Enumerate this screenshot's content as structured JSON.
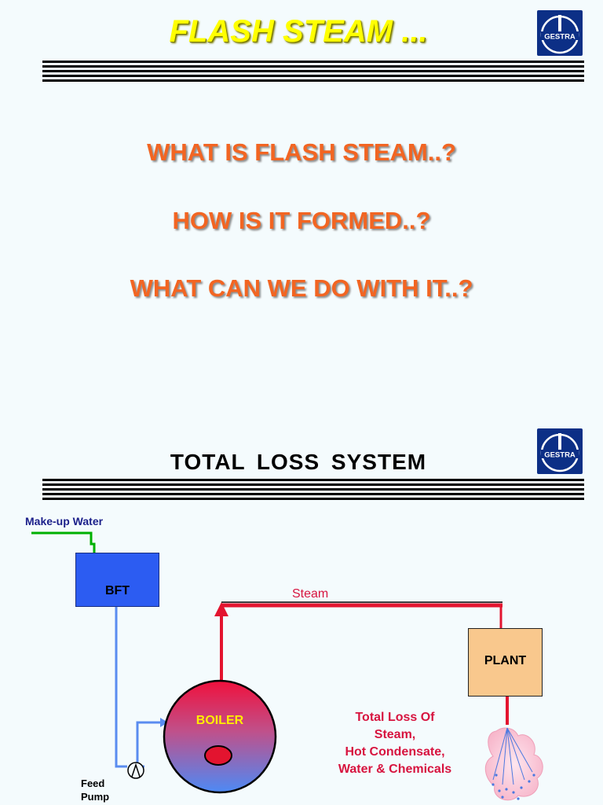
{
  "slide1": {
    "title": "FLASH STEAM ...",
    "questions": [
      "WHAT IS FLASH STEAM..?",
      "HOW IS IT FORMED..?",
      "WHAT CAN WE DO WITH IT..?"
    ],
    "logo_text": "GESTRA"
  },
  "slide2": {
    "title": "TOTAL  LOSS  SYSTEM",
    "logo_text": "GESTRA",
    "labels": {
      "makeup_water": "Make-up Water",
      "bft": "BFT",
      "steam": "Steam",
      "plant": "PLANT",
      "boiler": "BOILER",
      "loss_lines": [
        "Total Loss Of",
        "Steam,",
        "Hot Condensate,",
        "Water & Chemicals"
      ],
      "feed_lines": [
        "Feed",
        "Pump"
      ]
    }
  },
  "colors": {
    "title_yellow": "#ffff00",
    "question_orange": "#f26522",
    "steam_red": "#e3142f",
    "water_blue": "#5a8cf0",
    "makeup_green": "#00b000",
    "logo_blue": "#0c2f86"
  }
}
